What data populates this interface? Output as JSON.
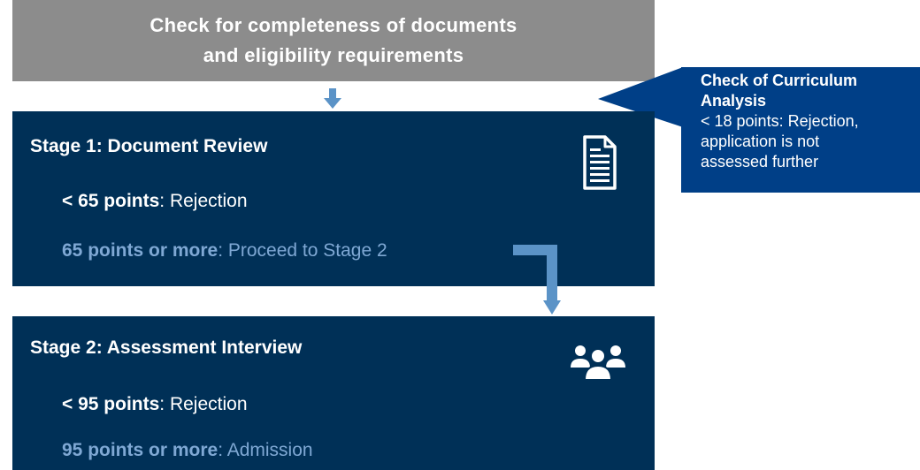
{
  "top_box": {
    "line1": "Check for completeness of documents",
    "line2": "and eligibility requirements"
  },
  "callout": {
    "title_line1": "Check of Curriculum",
    "title_line2": "Analysis",
    "body_line1": "< 18 points: Rejection,",
    "body_line2": "application is not",
    "body_line3": "assessed further"
  },
  "stage1": {
    "title": "Stage 1: Document Review",
    "reject_points": "< 65 points",
    "reject_text": ": Rejection",
    "proceed_points": "65 points or more",
    "proceed_text": ": Proceed to Stage 2",
    "icon": "document-icon"
  },
  "stage2": {
    "title": "Stage 2: Assessment Interview",
    "reject_points": "< 95 points",
    "reject_text": ": Rejection",
    "admit_points": "95 points or more",
    "admit_text": ": Admission",
    "icon": "people-icon"
  },
  "colors": {
    "gray_box": "#8c8c8c",
    "stage_navy": "#003057",
    "callout_blue": "#003f87",
    "arrow_light_blue": "#5b93c7",
    "muted_text": "#7fa8d4"
  }
}
